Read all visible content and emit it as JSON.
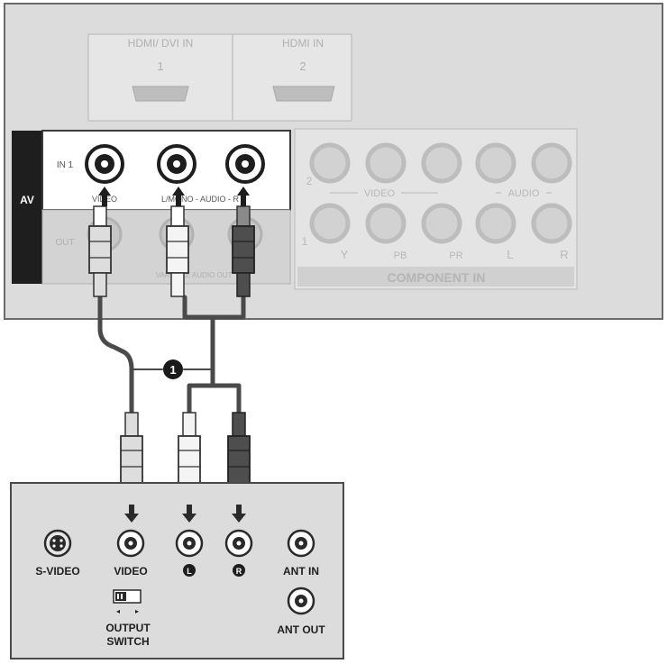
{
  "tv_panel": {
    "hdmi_ports": [
      {
        "label": "HDMI/ DVI IN",
        "number": "1"
      },
      {
        "label": "HDMI IN",
        "number": "2"
      }
    ],
    "av": {
      "side_label": "AV",
      "in_label": "IN 1",
      "out_label": "OUT",
      "video_label": "VIDEO",
      "audio_label": "L/MONO - AUDIO - R",
      "out_sublabel": "VARIABLE AUDIO OUT"
    },
    "component": {
      "row2_label": "2",
      "row1_label": "1",
      "video_label": "VIDEO",
      "audio_label": "AUDIO",
      "jack_labels": [
        "Y",
        "PB",
        "PR",
        "L",
        "R"
      ],
      "title": "COMPONENT IN"
    }
  },
  "callout_number": "1",
  "device_panel": {
    "svideo_label": "S-VIDEO",
    "video_label": "VIDEO",
    "left_label": "L",
    "right_label": "R",
    "ant_in_label": "ANT IN",
    "ant_out_label": "ANT OUT",
    "output_switch_label_1": "OUTPUT",
    "output_switch_label_2": "SWITCH"
  },
  "colors": {
    "panel_fill": "#dcdcdc",
    "panel_stroke": "#5a5a5a",
    "av_block": "#1e1e1e",
    "cable": "#4a4a4a",
    "red_plug": "#4e4e4e",
    "white_plug": "#f4f4f4",
    "callout": "#1a1a1a"
  }
}
